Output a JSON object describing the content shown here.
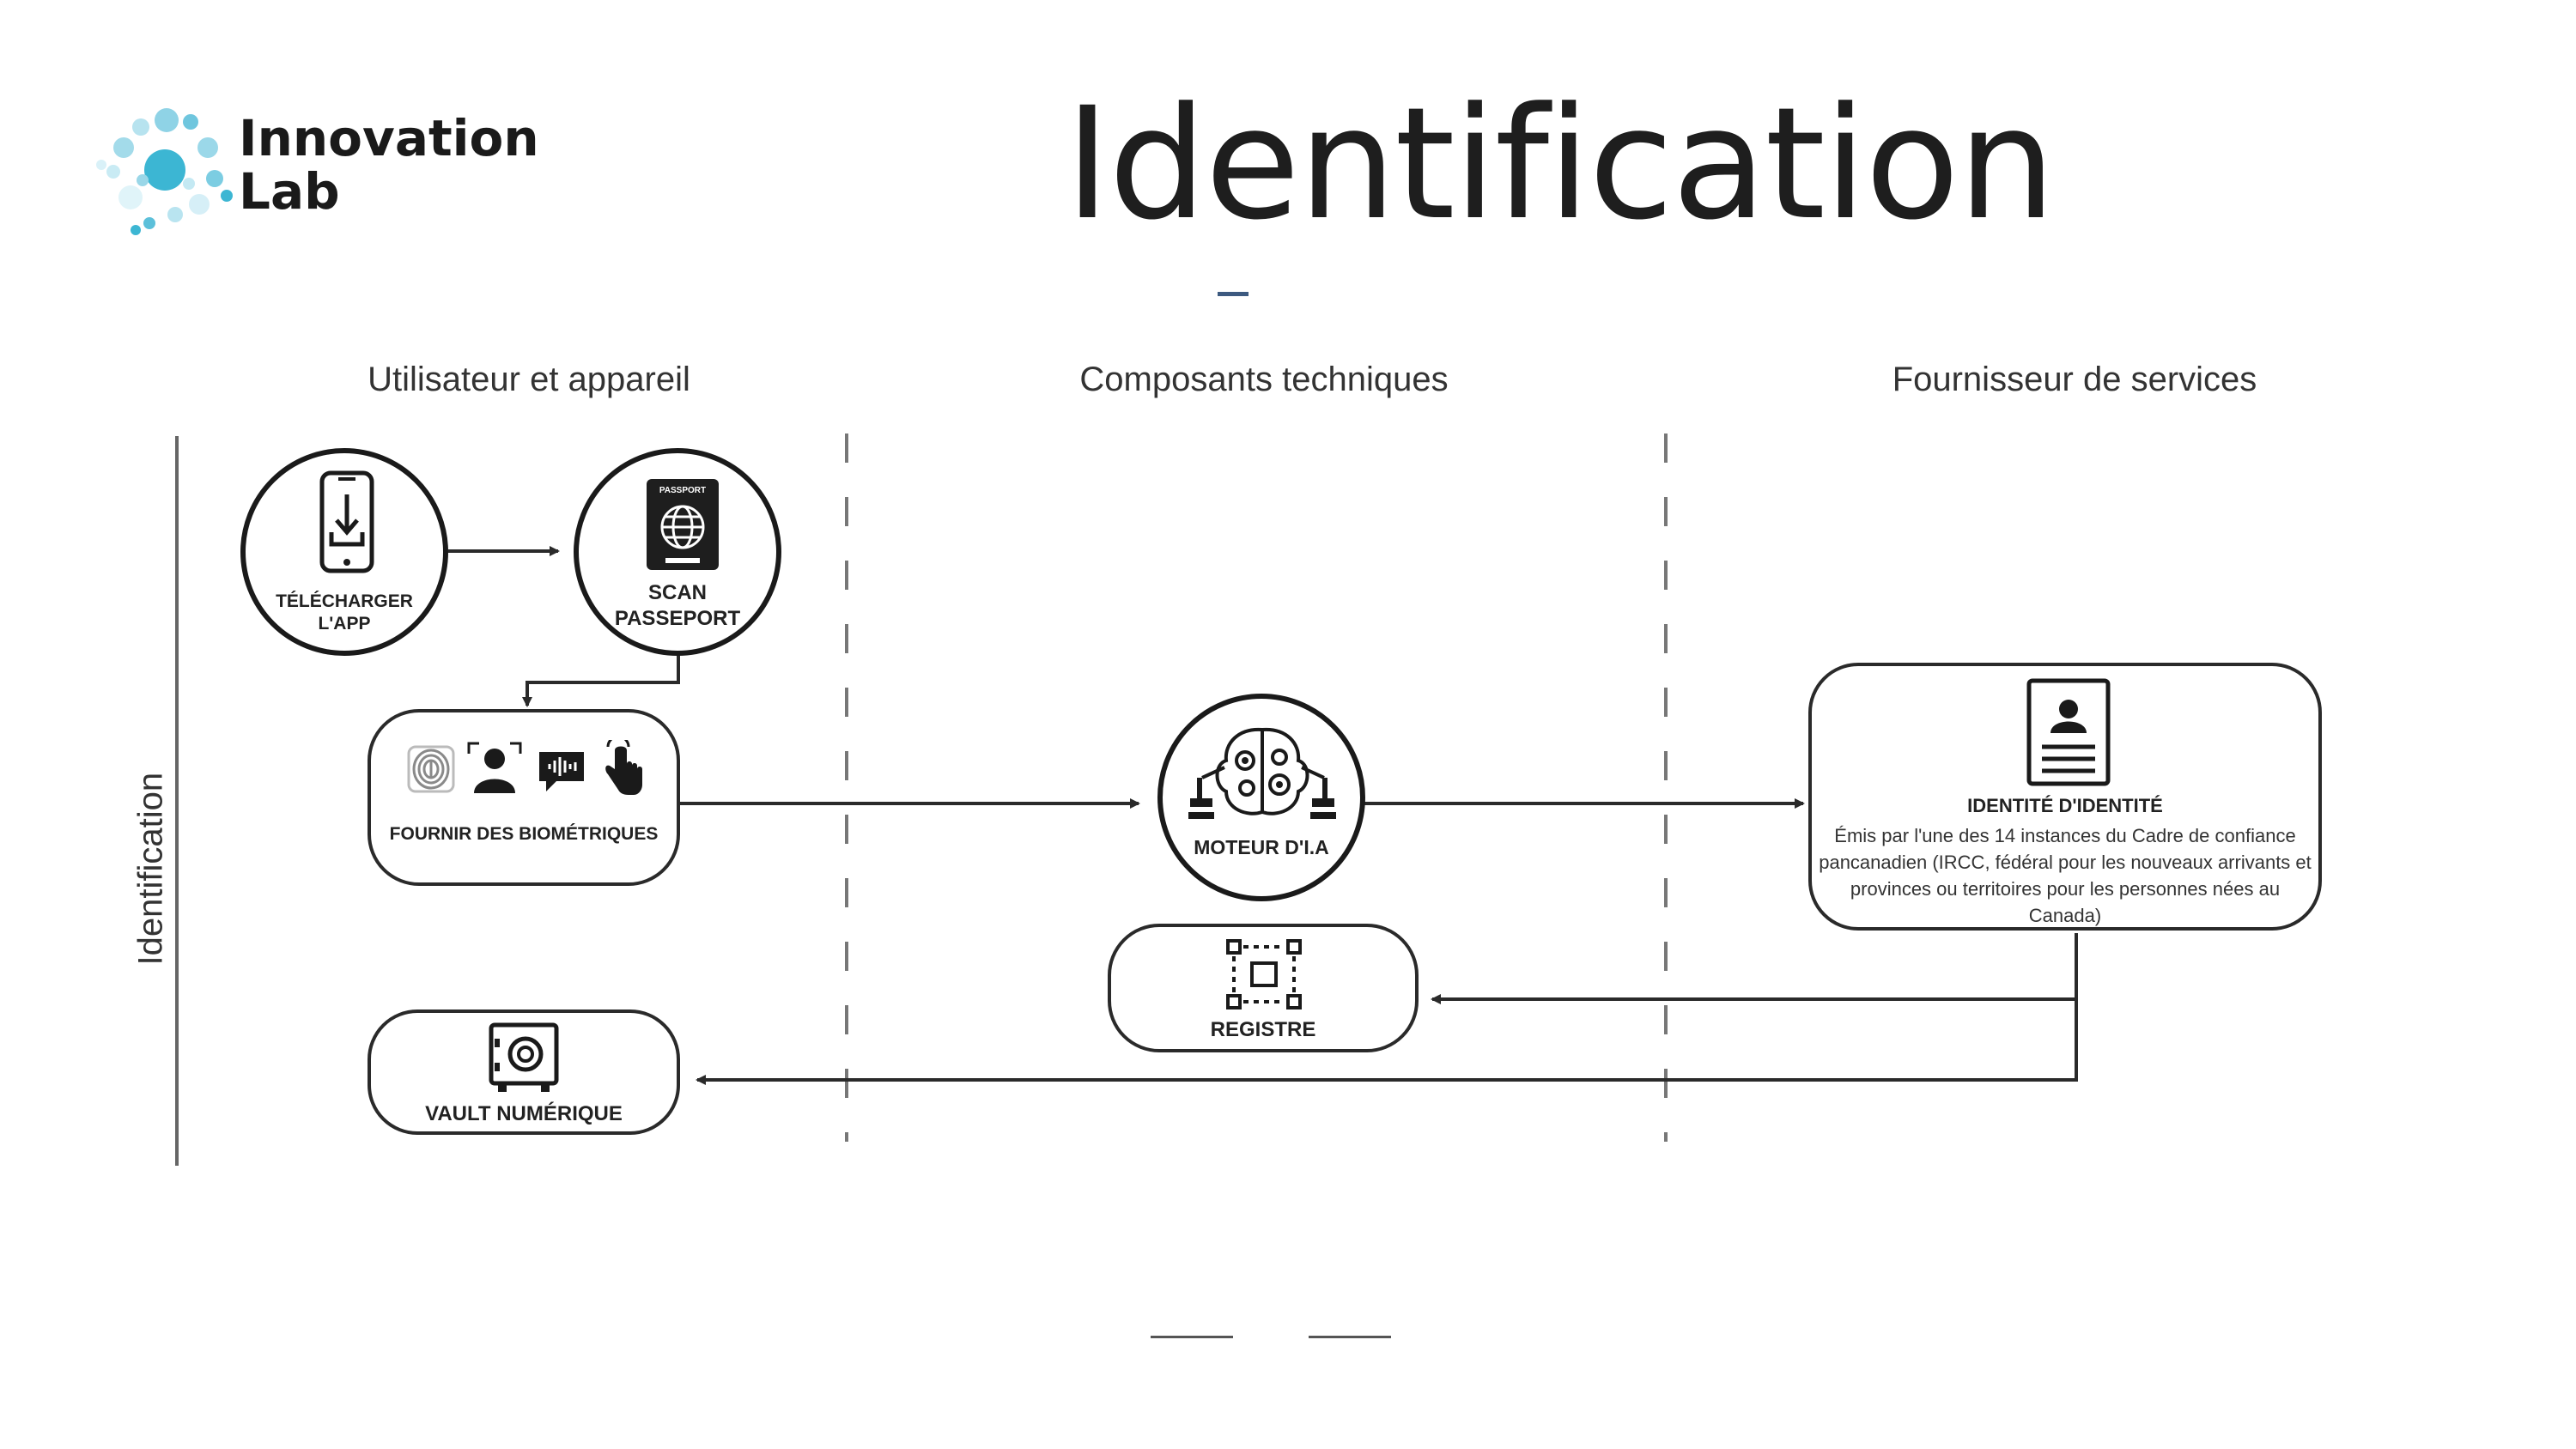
{
  "logo": {
    "line1": "Innovation",
    "line2": "Lab"
  },
  "title": "Identification",
  "columns": {
    "user": "Utilisateur et appareil",
    "tech": "Composants techniques",
    "provider": "Fournisseur de services"
  },
  "row_label": "Identification",
  "nodes": {
    "download_app": "TÉLÉCHARGER L'APP",
    "scan_passport": "SCAN PASSEPORT",
    "passport_badge": "PASSPORT",
    "biometrics": "FOURNIR DES BIOMÉTRIQUES",
    "ai_engine": "MOTEUR D'I.A",
    "identity_title": "IDENTITÉ D'IDENTITÉ",
    "identity_desc": "Émis par l'une des 14 instances du Cadre de confiance pancanadien (IRCC, fédéral pour les nouveaux arrivants et provinces ou territoires pour les personnes nées au Canada)",
    "registry": "REGISTRE",
    "vault": "VAULT NUMÉRIQUE"
  },
  "colors": {
    "logo_teal": "#3cb6d3",
    "line": "#2a2a2a",
    "accent_rule": "#3d5a80"
  }
}
